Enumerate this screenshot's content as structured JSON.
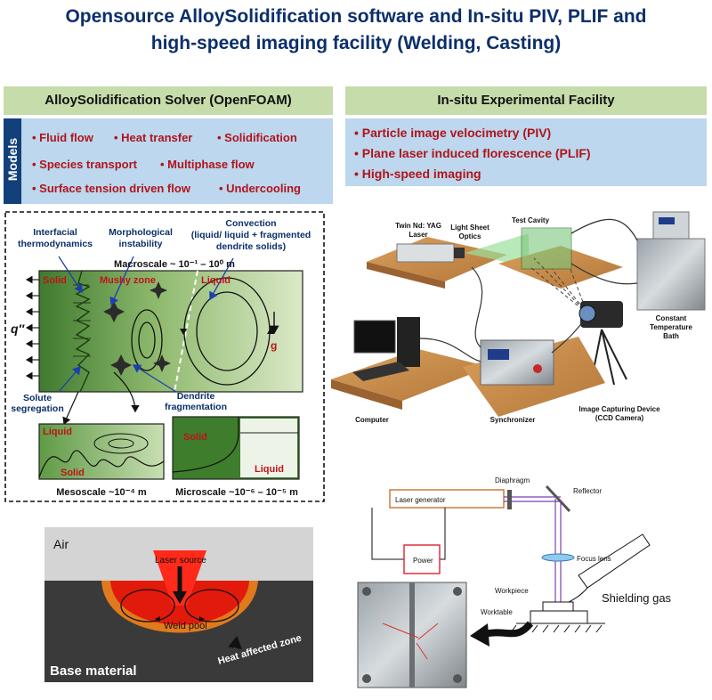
{
  "title": {
    "line1": "Opensource AlloySolidification software and In-situ PIV, PLIF and",
    "line2": "high-speed imaging facility (Welding, Casting)"
  },
  "left": {
    "header": "AlloySolidification Solver (OpenFOAM)",
    "models_label": "Models",
    "models": [
      "Fluid flow",
      "Heat transfer",
      "Solidification",
      "Species transport",
      "Multiphase flow",
      "Surface tension driven flow",
      "Undercooling"
    ]
  },
  "right": {
    "header": "In-situ Experimental Facility",
    "items": [
      "Particle image velocimetry (PIV)",
      "Plane laser induced florescence  (PLIF)",
      "High-speed imaging"
    ]
  },
  "schematic": {
    "interfacial": [
      "Interfacial",
      "thermodynamics"
    ],
    "morph": [
      "Morphological",
      "instability"
    ],
    "convection": [
      "Convection",
      "(liquid/ liquid + fragmented",
      "dendrite solids)"
    ],
    "macroscale": "Macroscale ~ 10⁻¹ – 10⁰ m",
    "solid": "Solid",
    "mushy": "Mushy zone",
    "liquid": "Liquid",
    "q": "q″",
    "g": "g",
    "solute": [
      "Solute",
      "segregation"
    ],
    "dendrite": [
      "Dendrite",
      "fragmentation"
    ],
    "meso_liquid": "Liquid",
    "meso_solid": "Solid",
    "micro_solid": "Solid",
    "micro_liquid": "Liquid",
    "mesoscale": "Mesoscale ~10⁻⁴ m",
    "microscale": "Microscale ~10⁻⁶ – 10⁻⁵ m"
  },
  "weld": {
    "air": "Air",
    "laser": "Laser source",
    "pool": "Weld pool",
    "haz": "Heat affected zone",
    "base": "Base material"
  },
  "piv": {
    "laser": [
      "Twin Nd: YAG",
      "Laser"
    ],
    "optics": [
      "Light Sheet",
      "Optics"
    ],
    "cavity": "Test Cavity",
    "bath": [
      "Constant",
      "Temperature",
      "Bath"
    ],
    "computer": "Computer",
    "sync": "Synchronizer",
    "camera": [
      "Image Capturing Device",
      "(CCD Camera)"
    ]
  },
  "setup": {
    "diaphragm": "Diaphragm",
    "reflector": "Reflector",
    "laser_gen": "Laser generator",
    "power": "Power",
    "focus": "Focus lens",
    "workpiece": "Workpiece",
    "worktable": "Worktable",
    "gas": "Shielding gas"
  },
  "colors": {
    "title": "#0b2f6b",
    "header_bg": "#c6dcaa",
    "list_bg": "#bcd7ee",
    "item_red": "#b0141b",
    "models_tab": "#12407a"
  }
}
